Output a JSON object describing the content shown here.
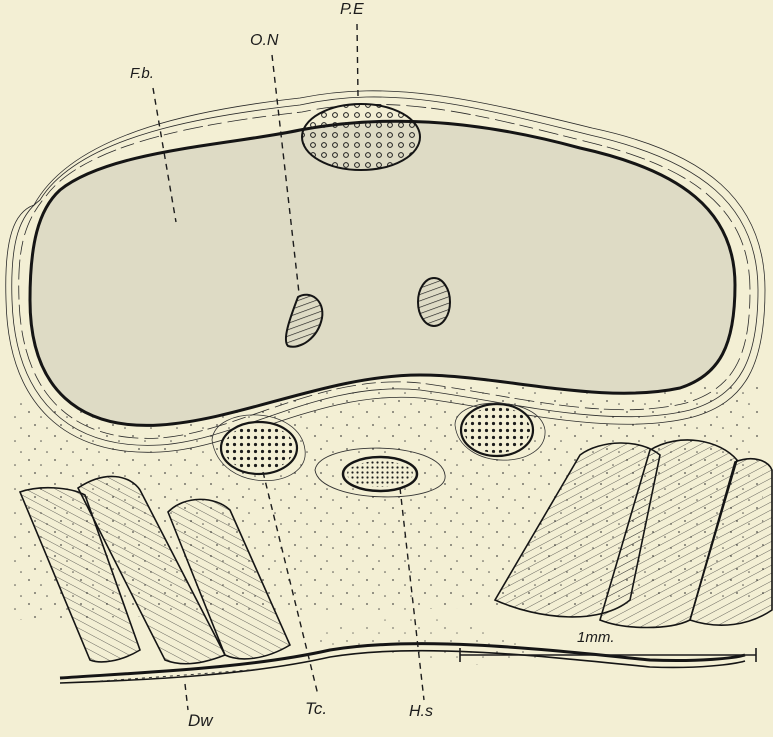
{
  "figure": {
    "background": "#f3efd4",
    "ink": "#1c1c1c",
    "scale_bar_label": "1mm.",
    "labels": {
      "pe": "P.E",
      "on": "O.N",
      "fb": "F.b.",
      "tc": "Tc.",
      "hs": "H.s",
      "dw": "Dw"
    }
  }
}
